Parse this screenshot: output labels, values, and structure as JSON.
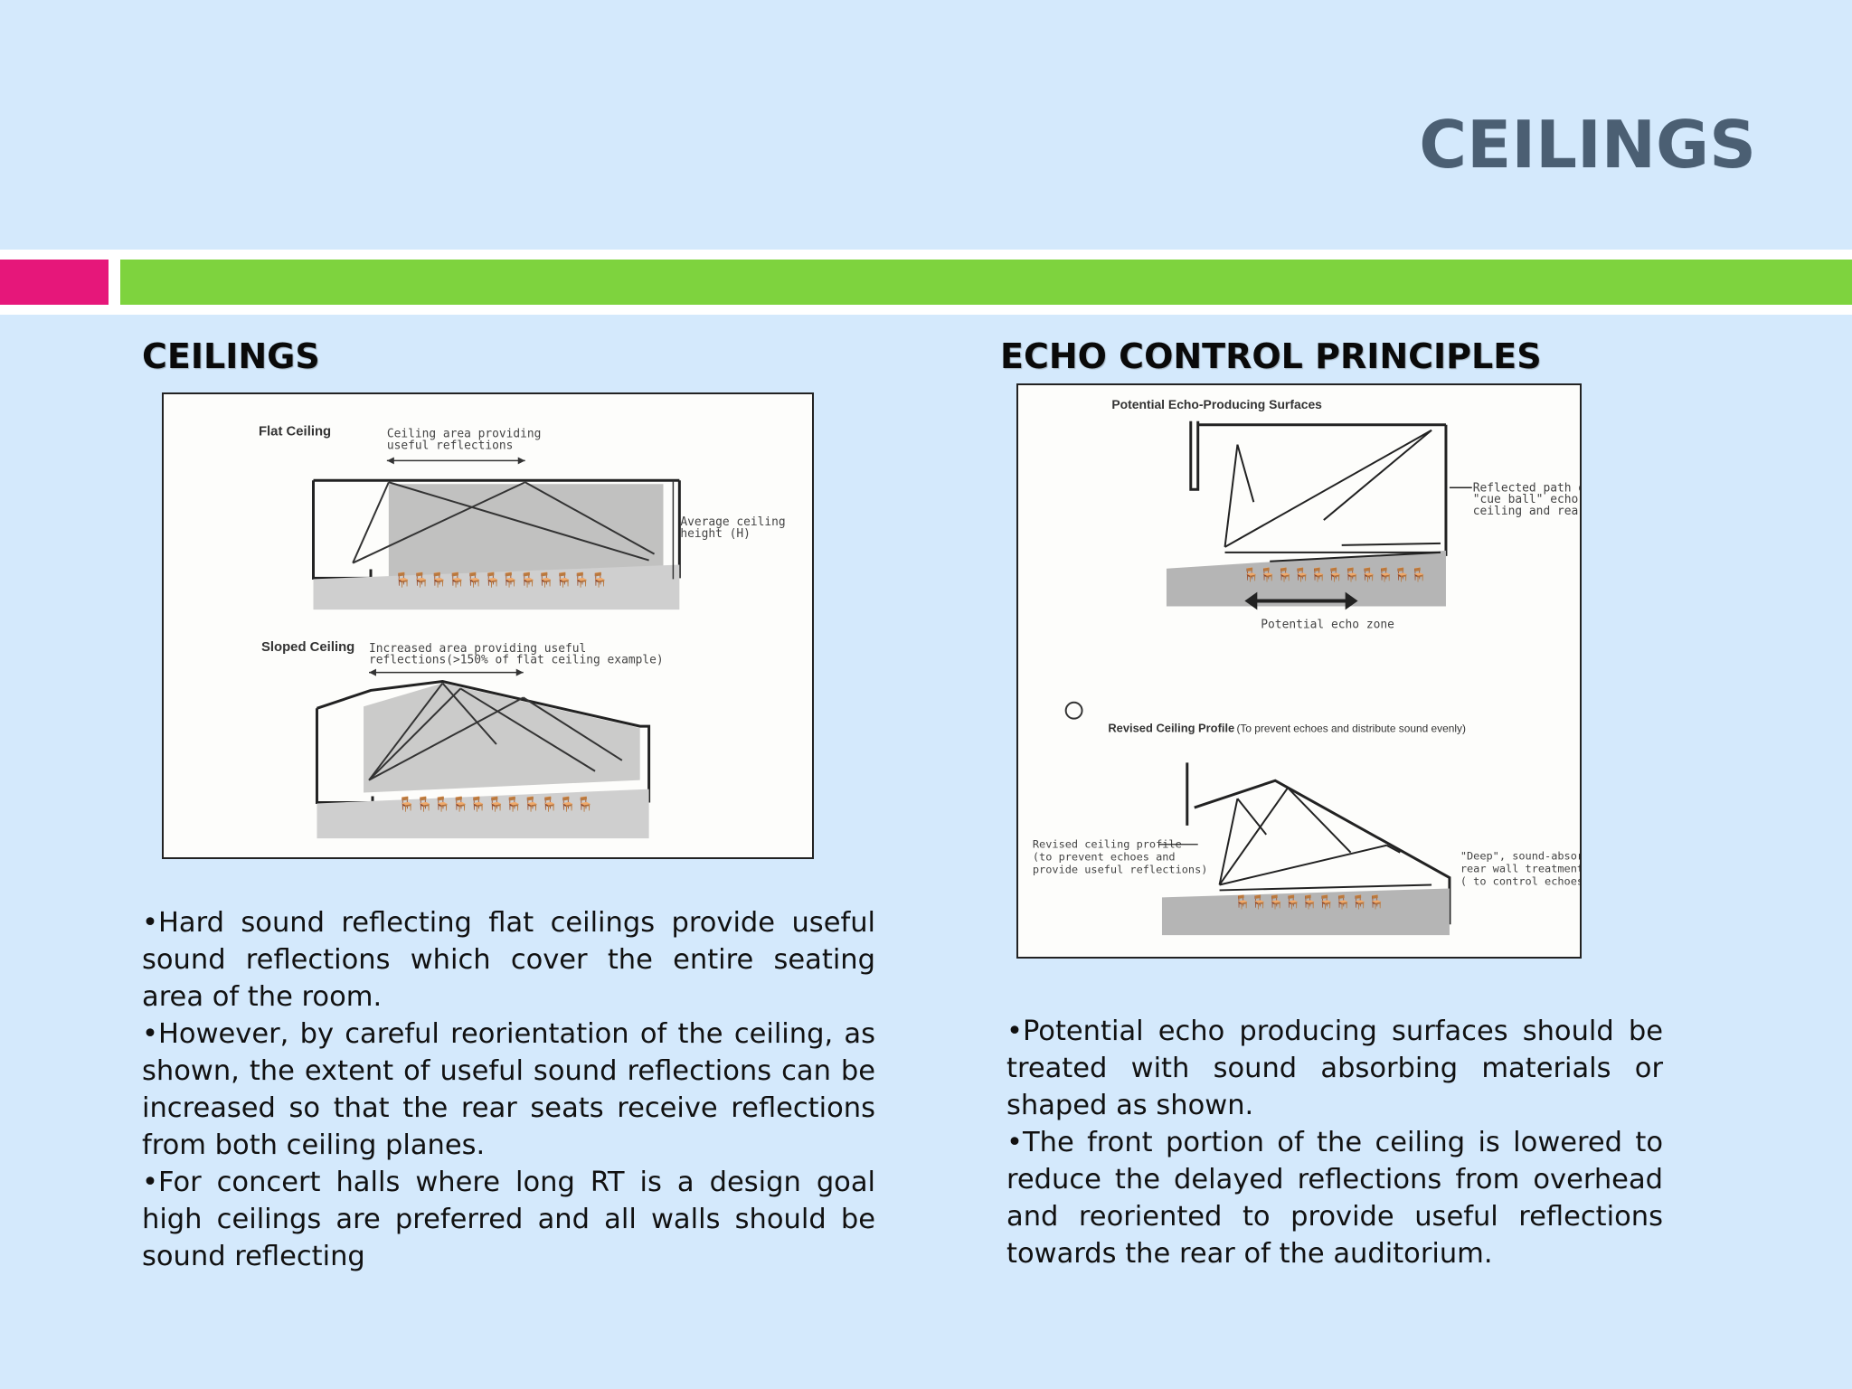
{
  "slide": {
    "title": "CEILINGS",
    "colors": {
      "background": "#d4e9fc",
      "title": "#4b5f73",
      "accent_pink": "#e6177a",
      "accent_green": "#7ed33e"
    }
  },
  "left": {
    "heading": "CEILINGS",
    "figure": {
      "flat_label": "Flat Ceiling",
      "flat_area_note_1": "Ceiling  area providing",
      "flat_area_note_2": "useful  reflections",
      "height_note_1": "Average ceiling",
      "height_note_2": "height (H)",
      "sloped_label": "Sloped Ceiling",
      "sloped_note_1": "Increased  area providing  useful",
      "sloped_note_2": "reflections(>150% of flat ceiling example)"
    },
    "bullets": [
      "•Hard sound reflecting flat ceilings provide useful sound reflections which cover the entire seating area of the room.",
      "•However, by careful reorientation of the ceiling, as shown, the extent of useful sound reflections can be increased so that the rear seats receive reflections from both ceiling planes.",
      "•For concert halls where long RT is a design goal high ceilings are preferred and all walls should be sound reflecting"
    ]
  },
  "right": {
    "heading": "ECHO CONTROL PRINCIPLES",
    "figure": {
      "top_label": "Potential Echo-Producing Surfaces",
      "path_note_1": "Reflected path o",
      "path_note_2": "\"cue ball\" echo fro",
      "path_note_3": "ceiling and rear w",
      "zone_label": "Potential echo zone",
      "revised_label": "Revised Ceiling Profile",
      "revised_sub": "(To prevent echoes and distribute sound evenly)",
      "revised_note_1": "Revised ceiling profile",
      "revised_note_2": "(to prevent echoes and",
      "revised_note_3": "provide useful reflections)",
      "rear_note_1": "\"Deep\", sound-absorbi",
      "rear_note_2": "rear wall treatment",
      "rear_note_3": "( to control echoes)"
    },
    "bullets": [
      "•Potential echo producing surfaces should be treated with sound absorbing materials or shaped as shown.",
      "•The front portion of the ceiling is lowered to reduce the delayed reflections from overhead and reoriented to provide useful reflections towards the rear of the auditorium."
    ]
  }
}
